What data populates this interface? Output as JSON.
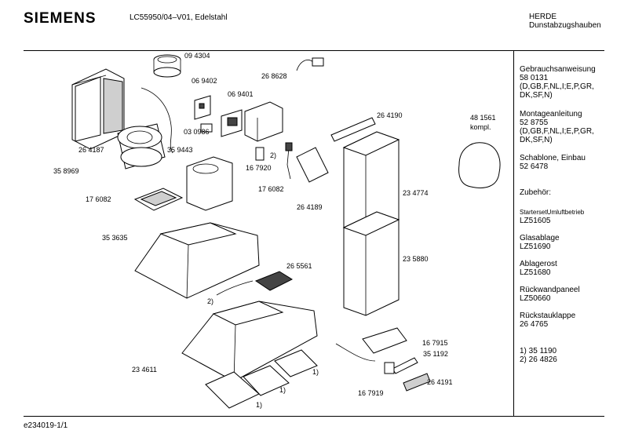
{
  "header": {
    "brand": "SIEMENS",
    "model": "LC55950/04–V01,  Edelstahl",
    "category_1": "HERDE",
    "category_2": "Dunstabzugshauben"
  },
  "footer": {
    "doc_id": "e234019-1/1"
  },
  "sidebar": [
    {
      "title": "Gebrauchsanweisung",
      "lines": [
        "58 0131",
        "(D,GB,F,NL,I;E,P,GR,",
        "DK,SF,N)"
      ]
    },
    {
      "title": "Montageanleitung",
      "lines": [
        "52 8755",
        "(D,GB,F,NL,I;E,P,GR,",
        "DK,SF,N)"
      ]
    },
    {
      "title": "Schablone, Einbau",
      "lines": [
        "52 6478"
      ]
    },
    {
      "title": "Zubehör:",
      "lines": []
    },
    {
      "title": "StartersetUmluftbetrieb",
      "lines": [
        "LZ51605"
      ],
      "small": true
    },
    {
      "title": "Glasablage",
      "lines": [
        "LZ51690"
      ]
    },
    {
      "title": "Ablagerost",
      "lines": [
        "LZ51680"
      ]
    },
    {
      "title": "Rückwandpaneel",
      "lines": [
        "LZ50660"
      ]
    },
    {
      "title": "Rückstauklappe",
      "lines": [
        "26 4765"
      ]
    },
    {
      "title": "",
      "lines": [
        "1) 35 1190",
        "2) 26 4826"
      ]
    }
  ],
  "part_numbers": {
    "p094304": "09 4304",
    "p069402": "06 9402",
    "p268628": "26 8628",
    "p069401": "06 9401",
    "p030986": "03 0986",
    "p264187": "26 4187",
    "p359443": "35 9443",
    "p358969": "35 8969",
    "p176082a": "17 6082",
    "p176082b": "17 6082",
    "p167920": "16 7920",
    "p2a": "2)",
    "p264190": "26 4190",
    "p481561": "48 1561",
    "p481561b": "kompl.",
    "p264189": "26 4189",
    "p234774": "23 4774",
    "p353635": "35 3635",
    "p265561": "26 5561",
    "p2b": "2)",
    "p235880": "23 5880",
    "p234611": "23 4611",
    "p1a": "1)",
    "p1b": "1)",
    "p1c": "1)",
    "p167915": "16 7915",
    "p351192": "35 1192",
    "p167919": "16 7919",
    "p264191": "26 4191"
  }
}
